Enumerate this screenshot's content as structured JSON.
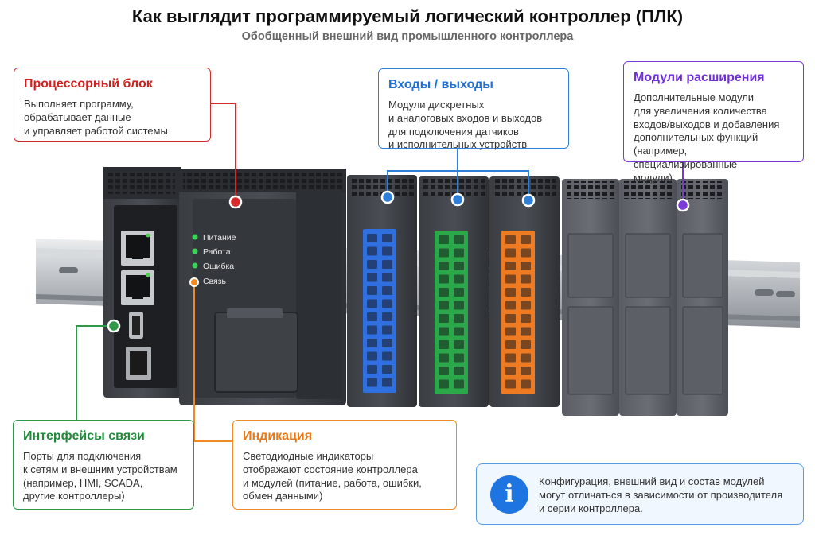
{
  "header": {
    "title": "Как выглядит программируемый логический контроллер (ПЛК)",
    "subtitle": "Обобщенный внешний вид промышленного контроллера"
  },
  "callouts": {
    "cpu": {
      "title": "Процессорный блок",
      "body": "Выполняет программу,\nобрабатывает данные\nи управляет работой системы",
      "color": "#d42a2a"
    },
    "io": {
      "title": "Входы / выходы",
      "body": "Модули дискретных\nи аналоговых входов и выходов\nдля подключения датчиков\nи исполнительных устройств",
      "color": "#2f7ed8"
    },
    "expansion": {
      "title": "Модули расширения",
      "body": "Дополнительные модули\nдля увеличения количества\nвходов/выходов и добавления\nдополнительных функций\n(например, специализированные\nмодули)",
      "color": "#7a3ad8"
    },
    "comms": {
      "title": "Интерфейсы связи",
      "body": "Порты для подключения\nк сетям и внешним устройствам\n(например, HMI, SCADA,\nдругие контроллеры)",
      "color": "#2e9a48"
    },
    "indication": {
      "title": "Индикация",
      "body": "Светодиодные индикаторы\nотображают состояние контроллера\nи модулей (питание, работа, ошибки,\nобмен данными)",
      "color": "#f08a24"
    }
  },
  "leds": [
    {
      "label": "Питание",
      "color": "#3bd35a"
    },
    {
      "label": "Работа",
      "color": "#3bd35a"
    },
    {
      "label": "Ошибка",
      "color": "#3bd35a"
    },
    {
      "label": "Связь",
      "color": "#f5a020"
    }
  ],
  "terminal_colors": {
    "io1": "#2f6fe0",
    "io2": "#2aa84a",
    "io3": "#ee7a22"
  },
  "note": {
    "icon": "info-icon",
    "glyph": "i",
    "text": "Конфигурация, внешний вид и состав модулей\nмогут отличаться в зависимости от производителя\nи серии контроллера."
  }
}
